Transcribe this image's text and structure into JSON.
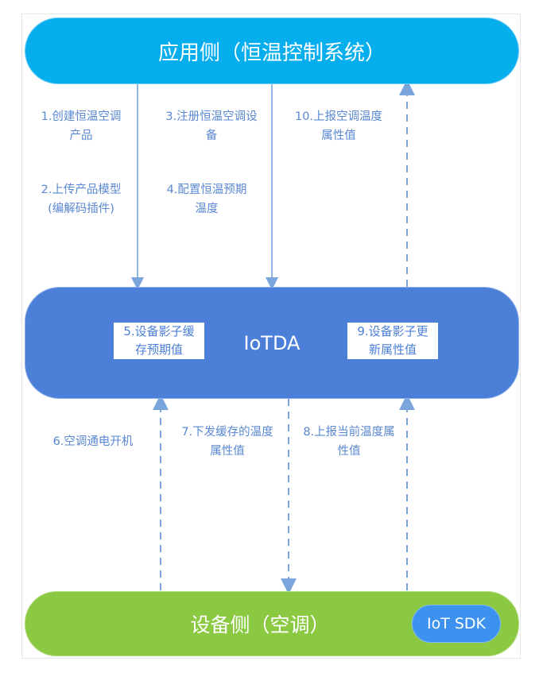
{
  "app_side": {
    "label": "应用侧（恒温控制系统）"
  },
  "iotda": {
    "label": "IoTDA",
    "shadow_cache": [
      "5.设备影子缓",
      "存预期值"
    ],
    "shadow_update": [
      "9.设备影子更",
      "新属性值"
    ]
  },
  "device_side": {
    "label": "设备侧（空调）",
    "sdk_label": "IoT SDK"
  },
  "steps": {
    "s1": [
      "1.创建恒温空调",
      "产品"
    ],
    "s2": [
      "2.上传产品模型",
      "(编解码插件)"
    ],
    "s3": [
      "3.注册恒温空调设",
      "备"
    ],
    "s4": [
      "4.配置恒温预期",
      "温度"
    ],
    "s10": [
      "10.上报空调温度",
      "属性值"
    ],
    "s6": [
      "6.空调通电开机"
    ],
    "s7": [
      "7.下发缓存的温度",
      "属性值"
    ],
    "s8": [
      "8.上报当前温度属",
      "性值"
    ]
  },
  "colors": {
    "app_band": "#06aeee",
    "iotda_band": "#4c80d8",
    "device_band": "#8bc942",
    "sdk_pill": "#3d92f0",
    "arrow": "#7aa6dd",
    "label_text": "#5a88d2"
  }
}
